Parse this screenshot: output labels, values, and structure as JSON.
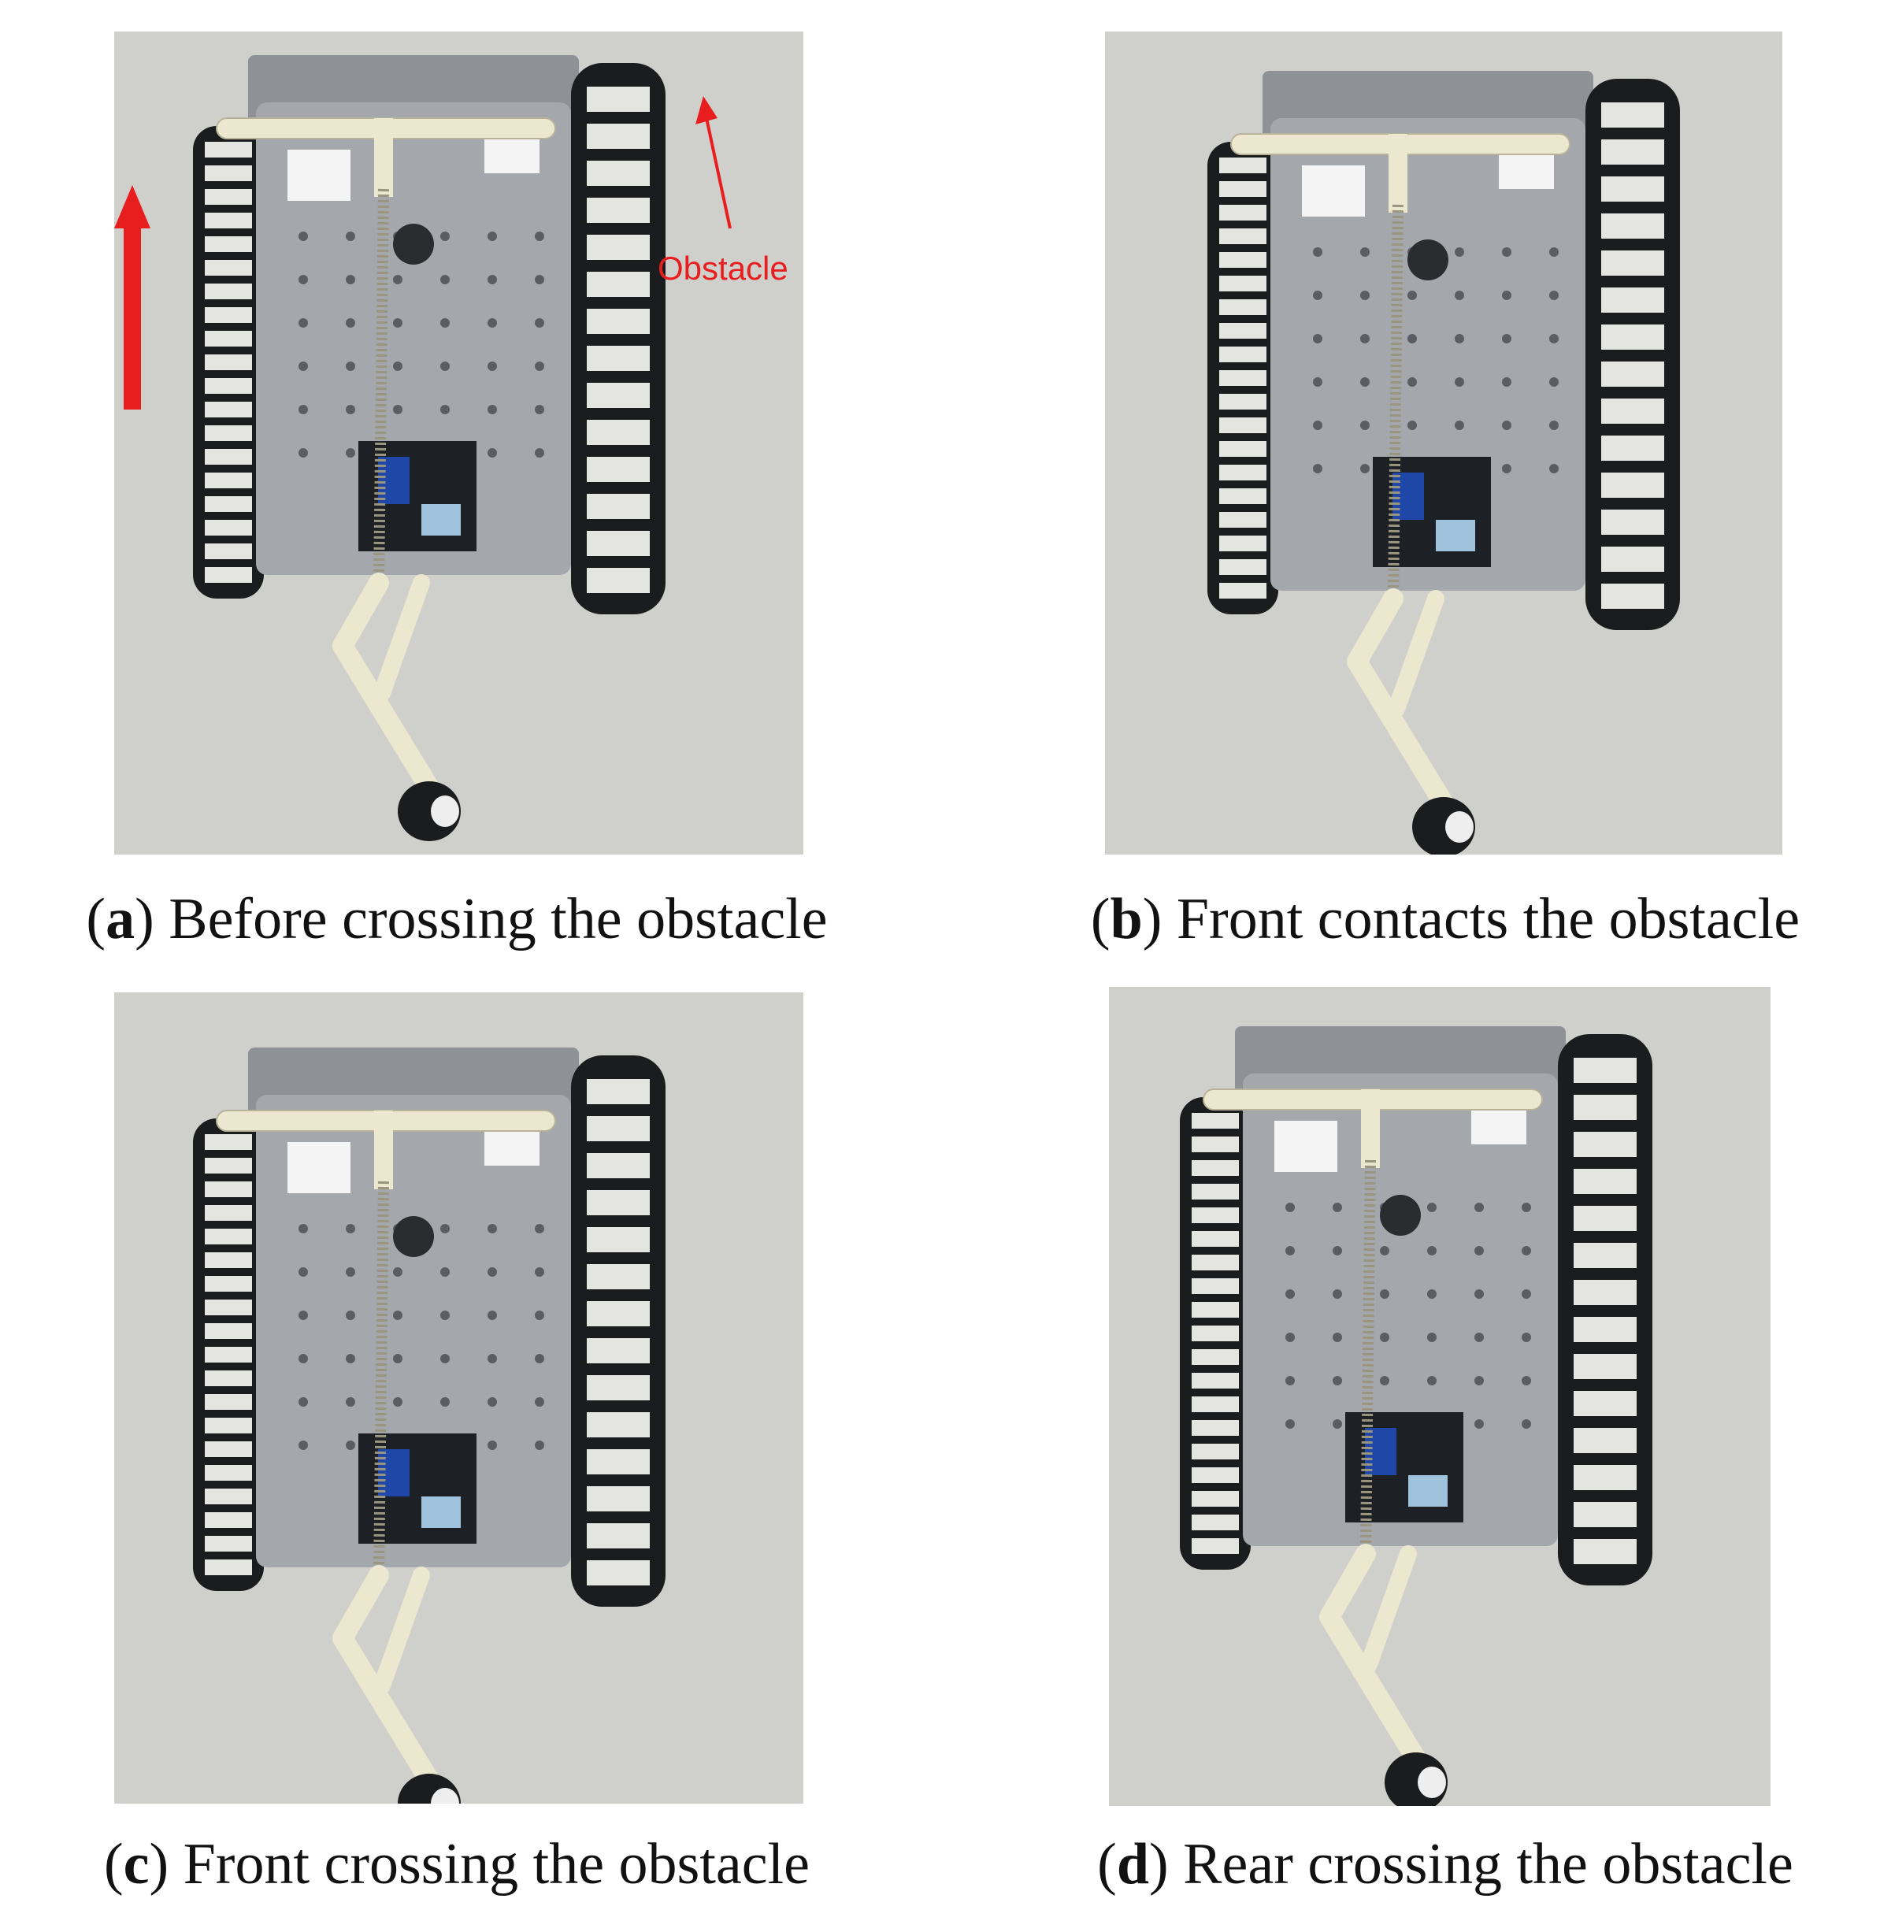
{
  "panels": [
    {
      "letter": "a",
      "caption": "Before crossing the obstacle",
      "annotation": "Obstacle",
      "annotation_color": "#e81e1e"
    },
    {
      "letter": "b",
      "caption": "Front contacts the obstacle"
    },
    {
      "letter": "c",
      "caption": "Front crossing the obstacle"
    },
    {
      "letter": "d",
      "caption": "Rear crossing the obstacle"
    }
  ],
  "colors": {
    "wall": "#cfd0cc",
    "plate": "#a4a8ad",
    "track": "#1b1c1e",
    "track_pad": "#e4e4e0",
    "arm": "#ece7cf",
    "arrow": "#e81e1e"
  }
}
